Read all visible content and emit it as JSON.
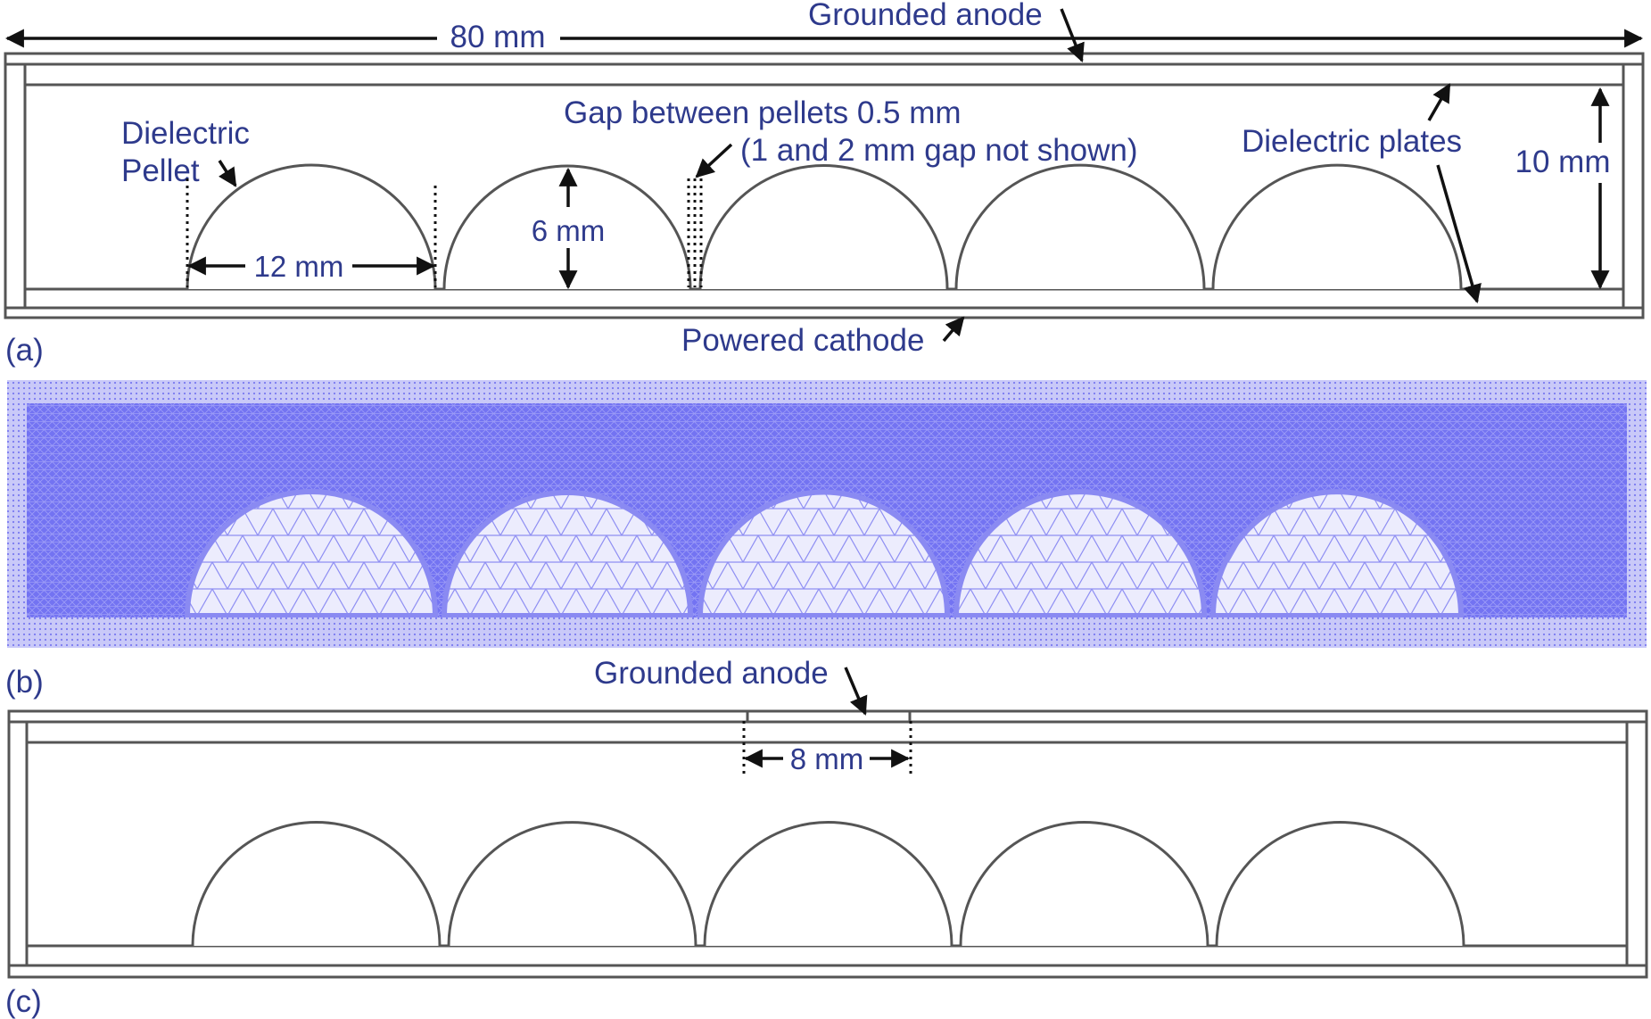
{
  "panels": {
    "a": {
      "panel_label": "(a)",
      "width_dim": "80 mm",
      "grounded_anode": "Grounded anode",
      "dielectric_pellet": [
        "Dielectric",
        "Pellet"
      ],
      "gap_label": [
        "Gap between pellets 0.5 mm",
        "(1 and 2 mm gap not shown)"
      ],
      "dielectric_plates": "Dielectric plates",
      "height_dim": "10 mm",
      "pellet_height": "6 mm",
      "pellet_width": "12 mm",
      "powered_cathode": "Powered cathode"
    },
    "b": {
      "panel_label": "(b)"
    },
    "c": {
      "panel_label": "(c)",
      "grounded_anode": "Grounded anode",
      "anode_width": "8 mm"
    }
  },
  "pellet_count": 5,
  "colors": {
    "label_text": "#2e3a8c",
    "mesh_dense": "#6f6ff0",
    "mesh_light": "#dcdcfb",
    "outline": "#555555"
  }
}
